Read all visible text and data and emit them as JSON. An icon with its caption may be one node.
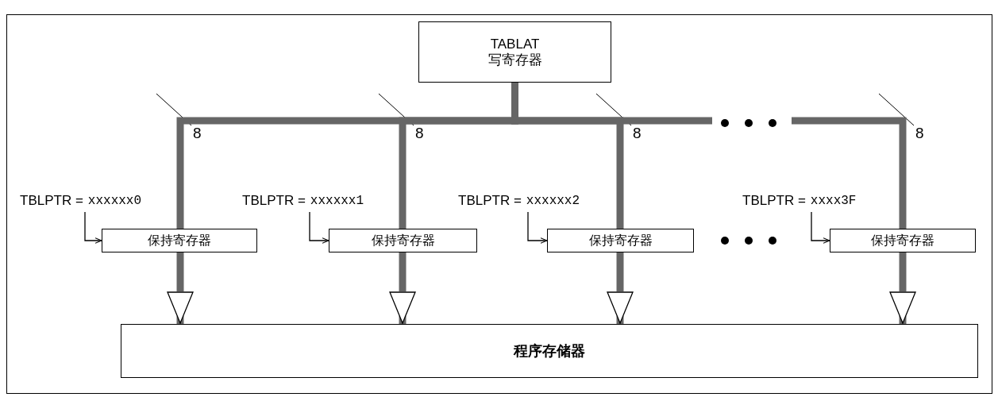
{
  "diagram": {
    "nodes": [
      {
        "text": [
          "TABLAT",
          "写寄存器"
        ]
      },
      {
        "text": [
          "TBLPTR =",
          "xxxxxx0"
        ]
      },
      {
        "text": [
          "TBLPTR =",
          "xxxxxx1"
        ]
      },
      {
        "text": [
          "TBLPTR =",
          "xxxxxx2"
        ]
      },
      {
        "text": [
          "TBLPTR =",
          "xxxx3F"
        ]
      },
      {
        "text": [
          "保持寄存器"
        ]
      },
      {
        "text": [
          "保持寄存器"
        ]
      },
      {
        "text": [
          "保持寄存器"
        ]
      },
      {
        "text": [
          "保持寄存器"
        ]
      },
      {
        "text": [],
        "shape": "triangle"
      },
      {
        "text": [],
        "shape": "triangle"
      },
      {
        "text": [],
        "shape": "triangle"
      },
      {
        "text": [],
        "shape": "triangle"
      },
      {
        "text": [
          "程序存储器"
        ]
      }
    ],
    "edges": [
      {
        "from": 0,
        "to": 5,
        "arrow": "none"
      },
      {
        "from": 0,
        "to": 6,
        "arrow": "none"
      },
      {
        "from": 0,
        "to": 7,
        "arrow": "none"
      },
      {
        "from": 0,
        "to": 8,
        "arrow": "none"
      },
      {
        "from": 1,
        "to": 5,
        "arrow": "to",
        "color": "#000000"
      },
      {
        "from": 2,
        "to": 6,
        "arrow": "to",
        "color": "#000000"
      },
      {
        "from": 3,
        "to": 7,
        "arrow": "to",
        "color": "#000000"
      },
      {
        "from": 4,
        "to": 8,
        "arrow": "to",
        "color": "#000000"
      },
      {
        "from": 5,
        "to": 9,
        "arrow": "none"
      },
      {
        "from": 6,
        "to": 10,
        "arrow": "none"
      },
      {
        "from": 7,
        "to": 11,
        "arrow": "none"
      },
      {
        "from": 8,
        "to": 12,
        "arrow": "none"
      },
      {
        "from": 9,
        "to": 13,
        "arrow": "none"
      },
      {
        "from": 10,
        "to": 13,
        "arrow": "none"
      },
      {
        "from": 11,
        "to": 13,
        "arrow": "none"
      },
      {
        "from": 12,
        "to": 13,
        "arrow": "none"
      }
    ],
    "labels": [
      "8",
      "8",
      "8",
      "8"
    ]
  }
}
